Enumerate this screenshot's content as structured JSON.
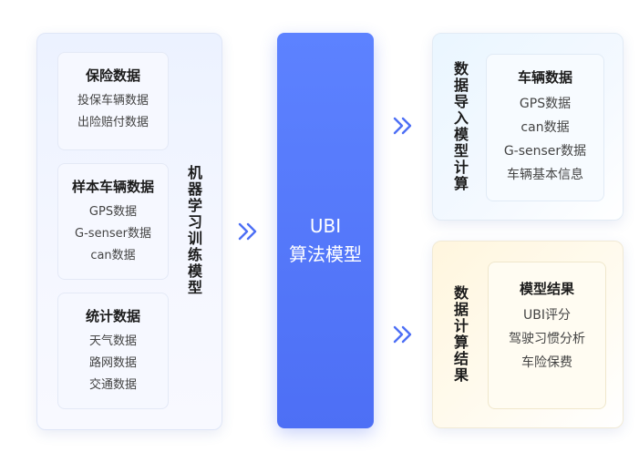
{
  "left": {
    "card1": {
      "title": "保险数据",
      "lines": [
        "投保车辆数据",
        "出险赔付数据"
      ]
    },
    "card2": {
      "title": "样本车辆数据",
      "lines": [
        "GPS数据",
        "G-senser数据",
        "can数据"
      ]
    },
    "card3": {
      "title": "统计数据",
      "lines": [
        "天气数据",
        "路网数据",
        "交通数据"
      ]
    },
    "vertical_label": "机器学习训练模型"
  },
  "center": {
    "line1": "UBI",
    "line2": "算法模型"
  },
  "right_top": {
    "vertical_label": "数据导入模型计算",
    "card": {
      "title": "车辆数据",
      "lines": [
        "GPS数据",
        "can数据",
        "G-senser数据",
        "车辆基本信息"
      ]
    }
  },
  "right_bottom": {
    "vertical_label": "数据计算结果",
    "card": {
      "title": "模型结果",
      "lines": [
        "UBI评分",
        "驾驶习惯分析",
        "车险保费"
      ]
    }
  },
  "colors": {
    "arrow": "#4d6ff5",
    "center": "#5677fa"
  }
}
